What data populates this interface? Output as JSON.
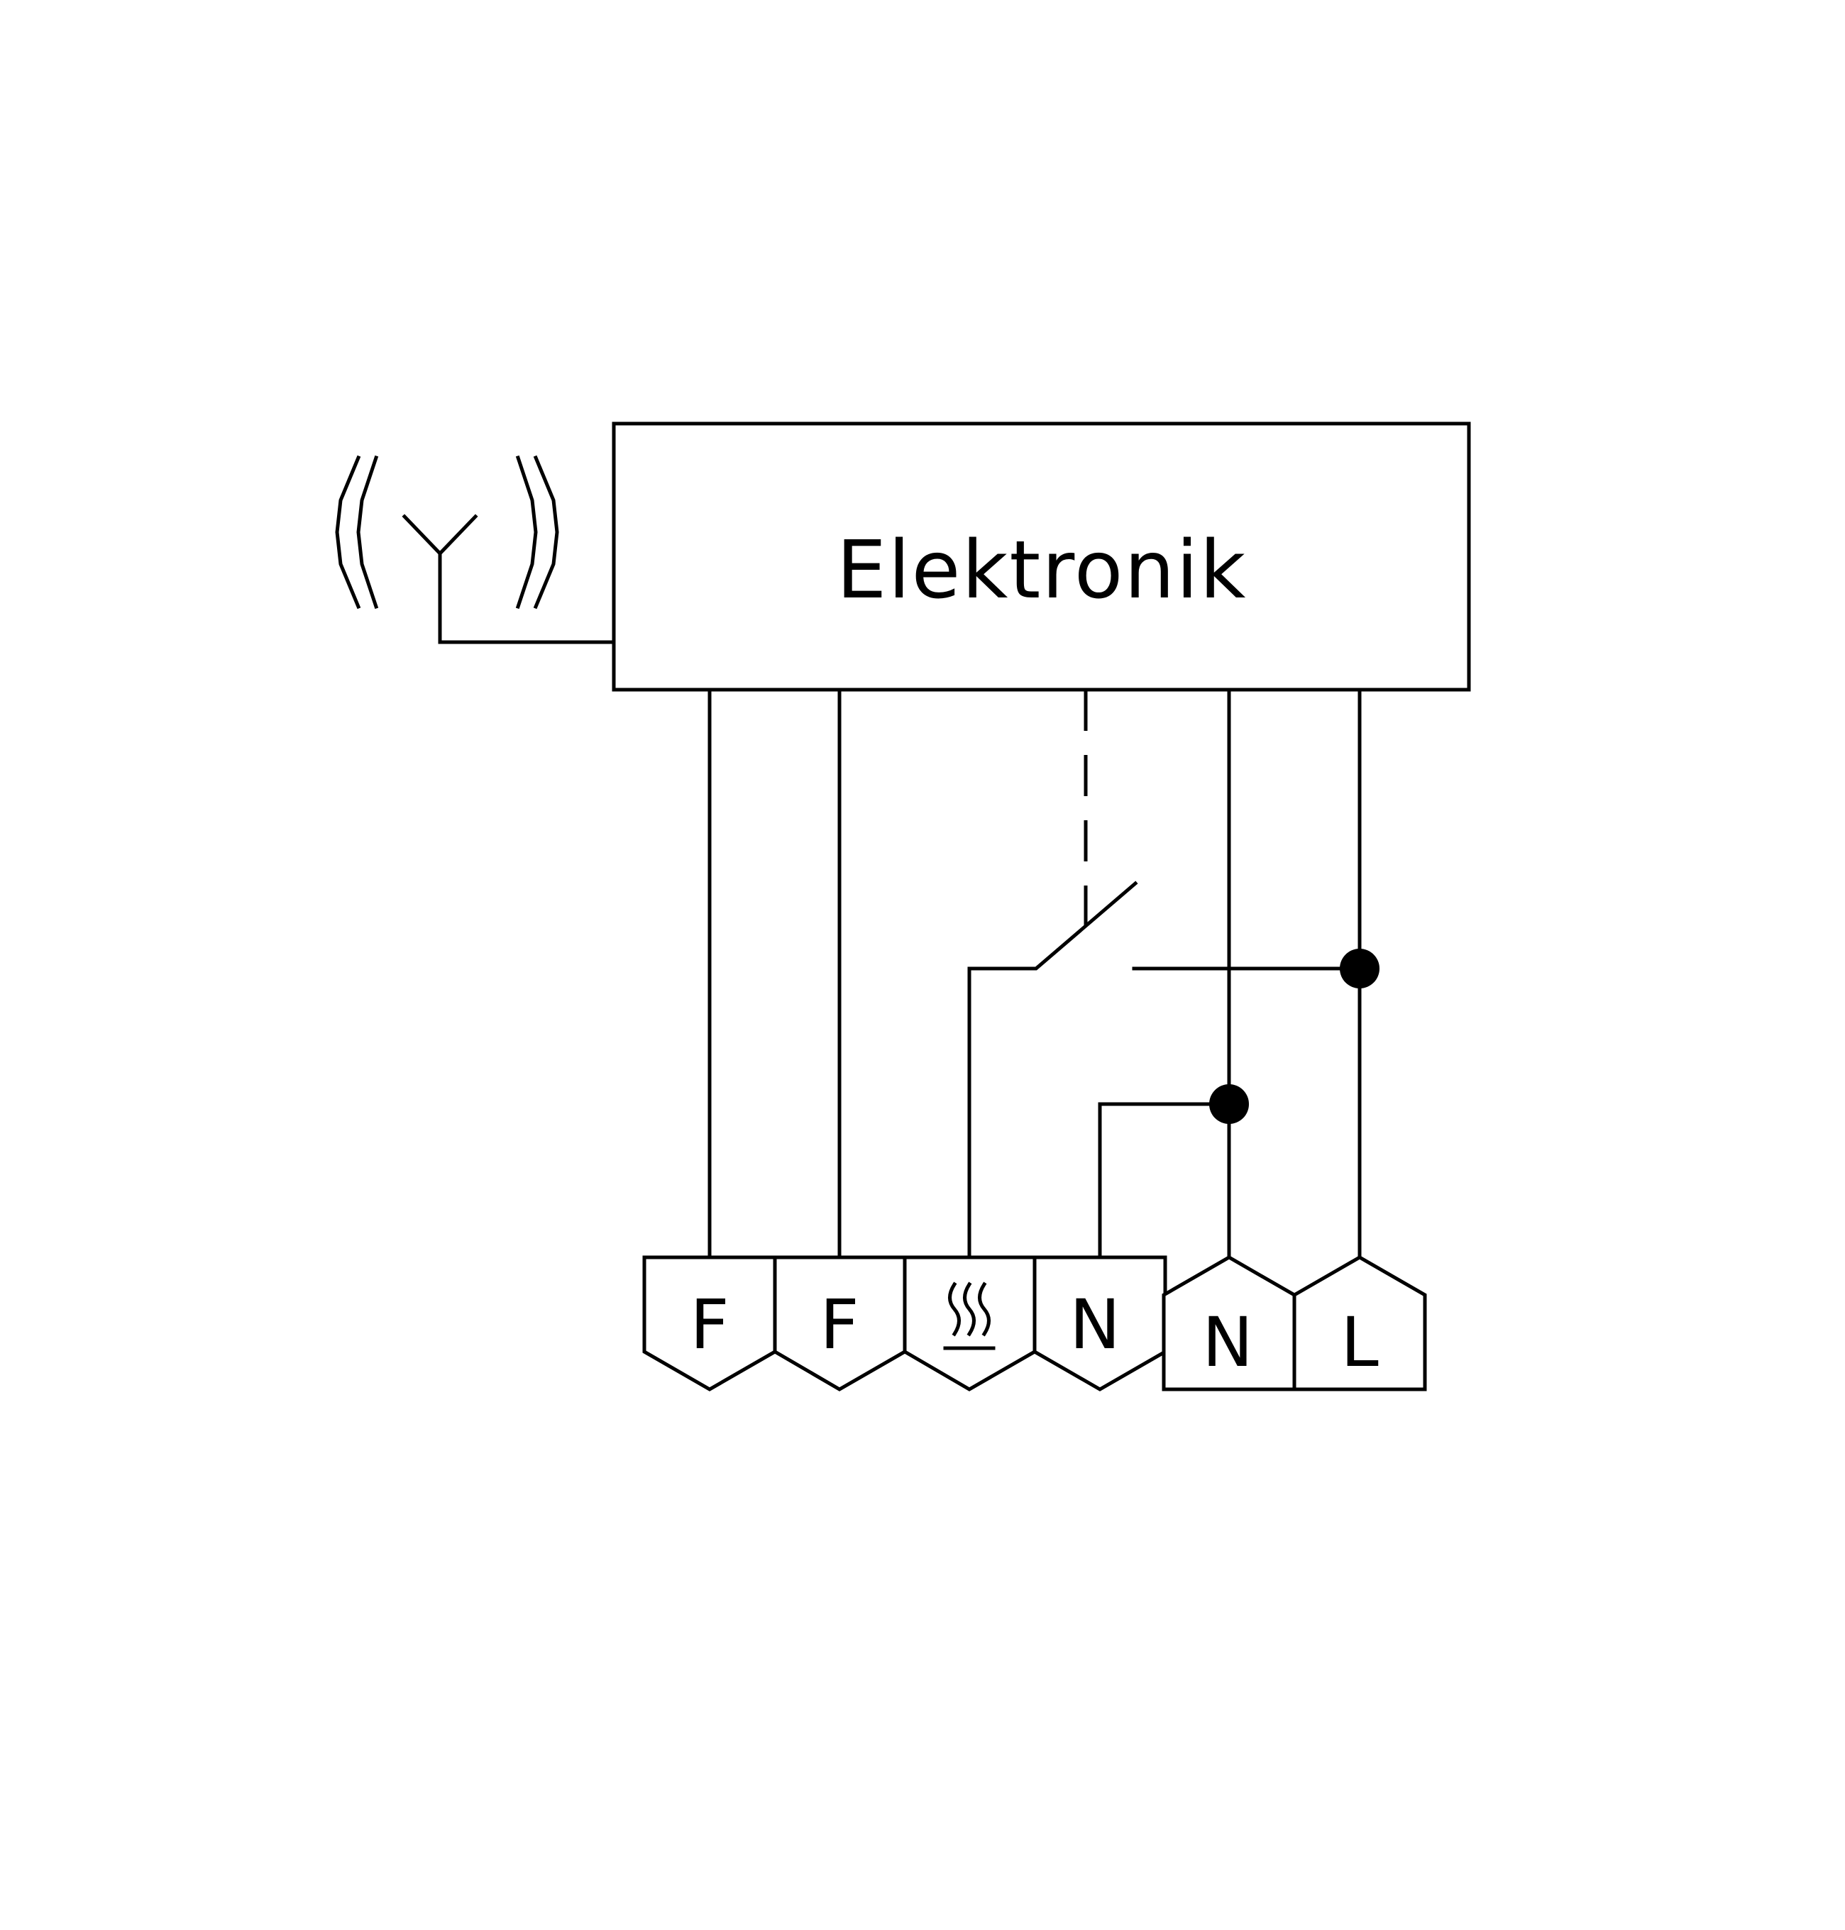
{
  "diagram": {
    "module_label": "Elektronik",
    "terminals": [
      {
        "id": "f1",
        "label": "F"
      },
      {
        "id": "f2",
        "label": "F"
      },
      {
        "id": "heat",
        "label": "",
        "icon": "heating-icon"
      },
      {
        "id": "n1",
        "label": "N"
      },
      {
        "id": "n2",
        "label": "N"
      },
      {
        "id": "l",
        "label": "L"
      }
    ],
    "antenna_icon": "antenna-icon",
    "switch_icon": "relay-switch-icon"
  }
}
